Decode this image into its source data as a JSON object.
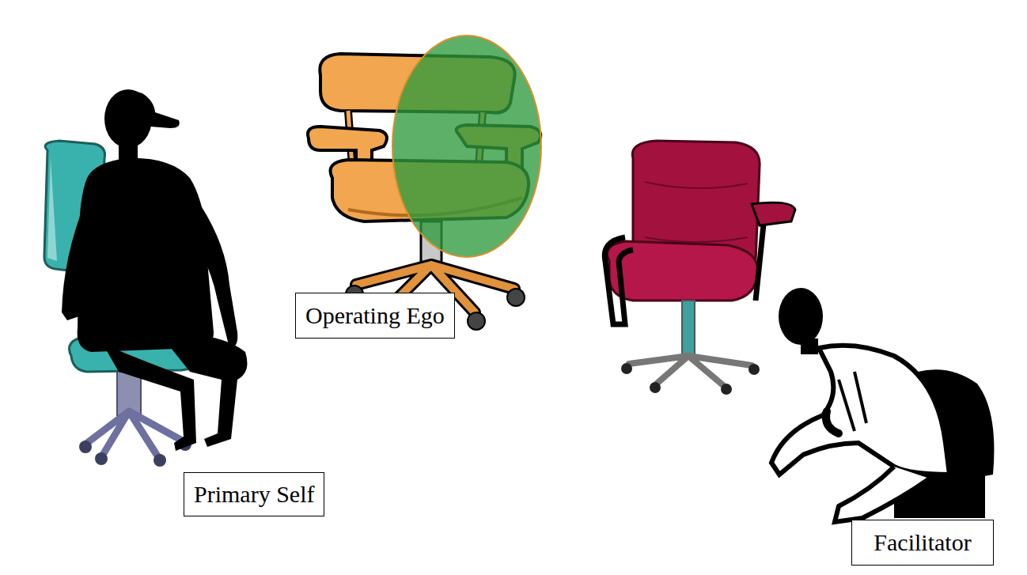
{
  "diagram": {
    "nodes": [
      {
        "text": [
          "Primary Self"
        ]
      },
      {
        "text": [
          "Operating Ego"
        ]
      },
      {
        "text": [
          "Facilitator"
        ]
      }
    ]
  }
}
